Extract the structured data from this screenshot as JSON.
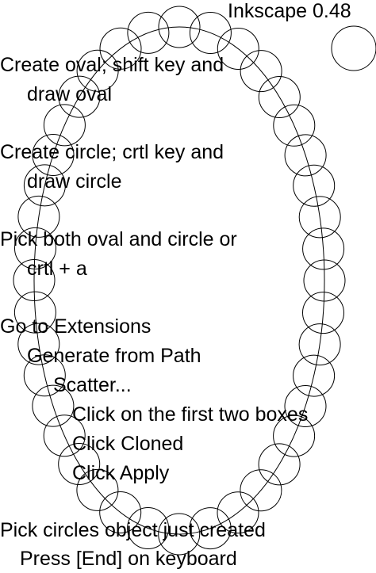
{
  "title": "Inkscape 0.48",
  "steps": [
    {
      "line1": "Create oval; shift key and",
      "line2": "draw oval"
    },
    {
      "line1": "Create circle; crtl key and",
      "line2": "draw circle"
    },
    {
      "line1": "Pick both oval and circle or",
      "line2": "crtl + a"
    }
  ],
  "extensions": {
    "heading": "Go to Extensions",
    "submenu": "Generate from Path",
    "item": "Scatter...",
    "actions": [
      "Click on the first two boxes",
      "Click Cloned",
      "Click Apply"
    ]
  },
  "final": {
    "line1": "Pick circles object just created",
    "line2": "Press [End] on keyboard"
  },
  "colors": {
    "stroke": "#000000",
    "background": "#ffffff",
    "text": "#000000"
  }
}
